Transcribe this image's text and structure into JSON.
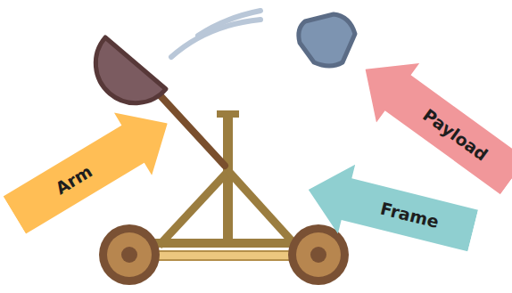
{
  "diagram": {
    "nodes": [
      {
        "text": [
          "Arm"
        ]
      },
      {
        "text": [
          "Payload"
        ]
      },
      {
        "text": [
          "Frame"
        ]
      }
    ]
  }
}
